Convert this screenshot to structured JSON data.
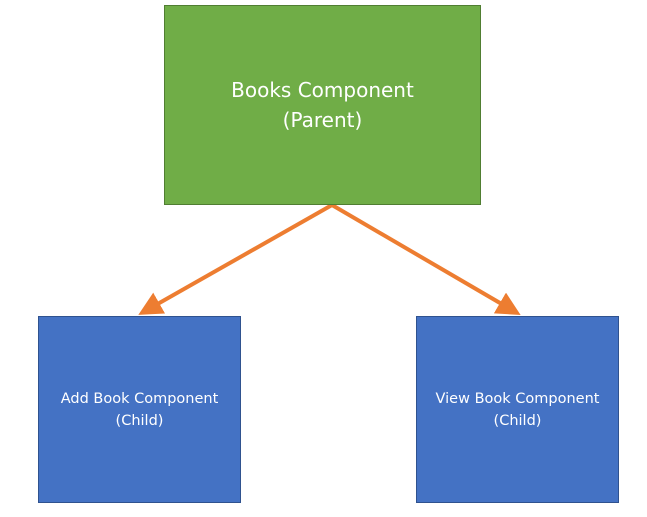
{
  "parent": {
    "title": "Books Component",
    "role": "(Parent)",
    "color": "#70ad47"
  },
  "children": [
    {
      "title": "Add Book Component",
      "role": "(Child)",
      "color": "#4472c4"
    },
    {
      "title": "View Book Component",
      "role": "(Child)",
      "color": "#4472c4"
    }
  ],
  "connector_color": "#ed7d31"
}
